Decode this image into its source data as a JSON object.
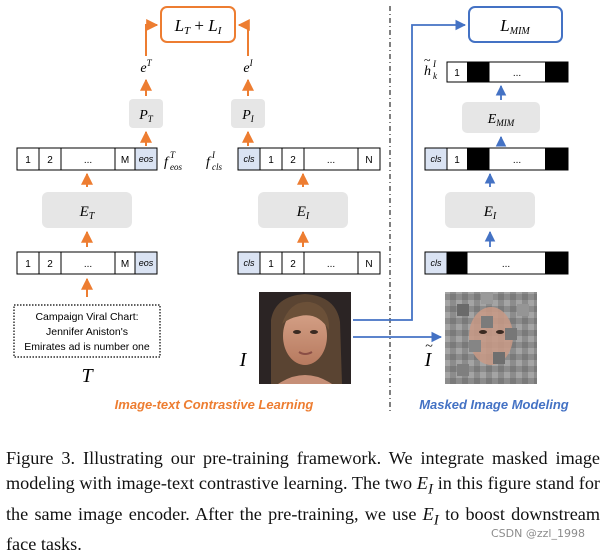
{
  "loss_top": "L_T + L_I",
  "loss_mim": "L_MIM",
  "text_branch": {
    "out_symbol": "e^T",
    "proj": "P_T",
    "feature_label": "f^T_eos",
    "encoder": "E_T",
    "tokens": [
      "1",
      "2",
      "...",
      "M",
      "eos"
    ],
    "input_symbol": "T",
    "input_text": [
      "Campaign Viral Chart:",
      "Jennifer Aniston's",
      "Emirates ad is number one"
    ]
  },
  "image_branch": {
    "out_symbol": "e^I",
    "proj": "P_I",
    "feature_label": "f^I_cls",
    "encoder": "E_I",
    "tokens": [
      "cls",
      "1",
      "2",
      "...",
      "N"
    ],
    "input_symbol": "I"
  },
  "mim_branch": {
    "decoder": "E_MIM",
    "encoder": "E_I",
    "out_label": "h~^I_k",
    "out_tokens": [
      "1",
      "..."
    ],
    "mid_tokens": [
      "cls",
      "1",
      "..."
    ],
    "in_tokens": [
      "cls",
      "..."
    ],
    "input_symbol": "I~"
  },
  "section_labels": {
    "left": "Image-text Contrastive Learning",
    "right": "Masked Image Modeling"
  },
  "caption": {
    "p1": "Figure 3. Illustrating our pre-training framework. We integrate masked image modeling with image-text contrastive learning. The two ",
    "sym1": "E",
    "sub1": "I",
    "p2": " in this figure stand for the same image encoder. After the pre-training, we use ",
    "sym2": "E",
    "sub2": "I",
    "p3": " to boost downstream face tasks."
  },
  "watermark": "CSDN @zzl_1998",
  "colors": {
    "orange": "#ED7D31",
    "blue": "#4472C4",
    "gray_box": "#E6E6E6",
    "token_tint": "#DAE3F3"
  }
}
